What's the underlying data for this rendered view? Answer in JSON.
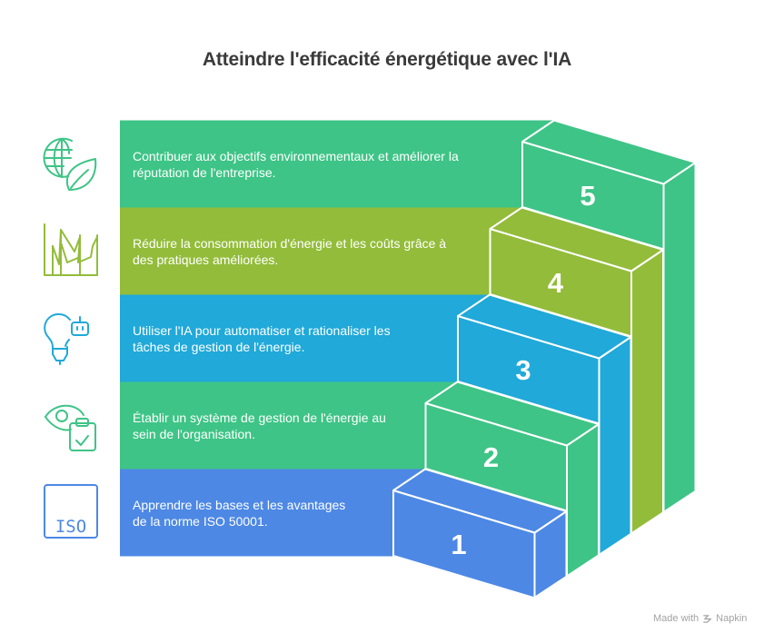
{
  "title": "Atteindre l'efficacité énergétique avec l'IA",
  "steps": [
    {
      "number": "1",
      "lines": [
        "Apprendre les bases et les avantages",
        "de la norme ISO 50001."
      ],
      "color": "#4D88E5",
      "icon": "iso-icon",
      "icon_text": "ISO"
    },
    {
      "number": "2",
      "lines": [
        "Établir un système de gestion de l'énergie au",
        "sein de l'organisation."
      ],
      "color": "#3EC486",
      "icon": "eye-clipboard-icon"
    },
    {
      "number": "3",
      "lines": [
        "Utiliser l'IA pour automatiser et rationaliser les",
        "tâches de gestion de l'énergie."
      ],
      "color": "#20A9D9",
      "icon": "lightbulb-robot-icon"
    },
    {
      "number": "4",
      "lines": [
        "Réduire la consommation d'énergie et les coûts grâce à",
        "des pratiques améliorées."
      ],
      "color": "#93BC3A",
      "icon": "growth-chart-icon"
    },
    {
      "number": "5",
      "lines": [
        "Contribuer aux objectifs environnementaux et améliorer la",
        "réputation de l'entreprise."
      ],
      "color": "#3EC486",
      "icon": "globe-leaf-icon"
    }
  ],
  "watermark": {
    "prefix": "Made with",
    "brand": "Napkin",
    "icon": "napkin-logo-icon",
    "color": "#A3A3A3"
  }
}
